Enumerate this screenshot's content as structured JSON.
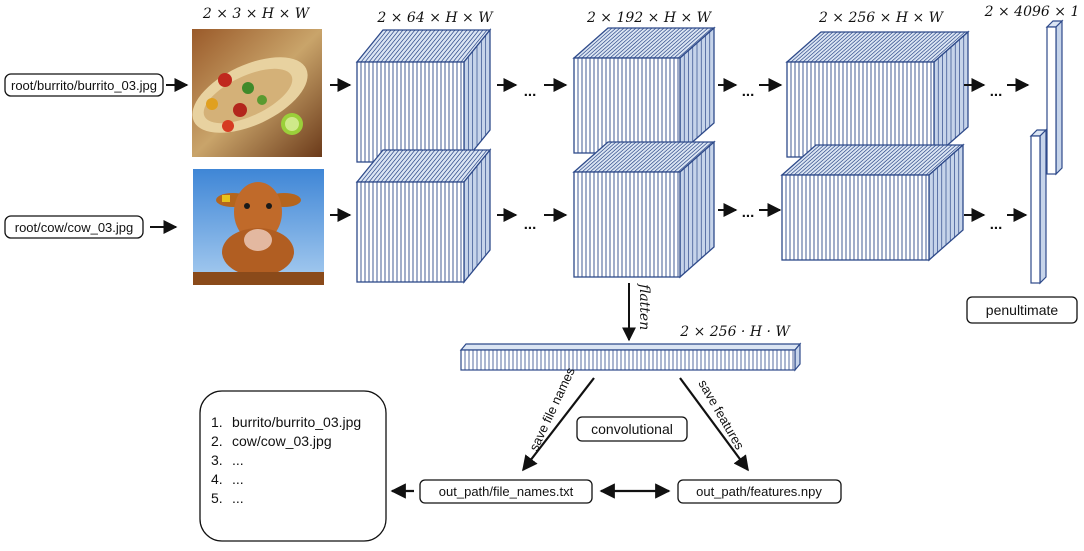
{
  "inputs": {
    "burrito_path": "root/burrito/burrito_03.jpg",
    "cow_path": "root/cow/cow_03.jpg"
  },
  "dims": {
    "input": "2 × 3 × H × W",
    "layer1": "2 × 64 × H × W",
    "layer2": "2 × 192 × H × W",
    "layer3": "2 × 256 × H × W",
    "penult": "2 × 4096 × 1",
    "flat": "2 × 256 · H · W"
  },
  "ellipsis": "...",
  "flatten_label": "flatten",
  "penultimate_label": "penultimate",
  "convolutional_label": "convolutional",
  "save_file_names_label": "save file names",
  "save_features_label": "save features",
  "file_names_box": "out_path/file_names.txt",
  "features_box": "out_path/features.npy",
  "file_list": [
    "burrito/burrito_03.jpg",
    "cow/cow_03.jpg",
    "...",
    "...",
    "..."
  ],
  "colors": {
    "block_edge": "#2e4a8a",
    "block_top": "#dbe5f3",
    "block_side": "#c6d4ea",
    "line": "#111111"
  }
}
